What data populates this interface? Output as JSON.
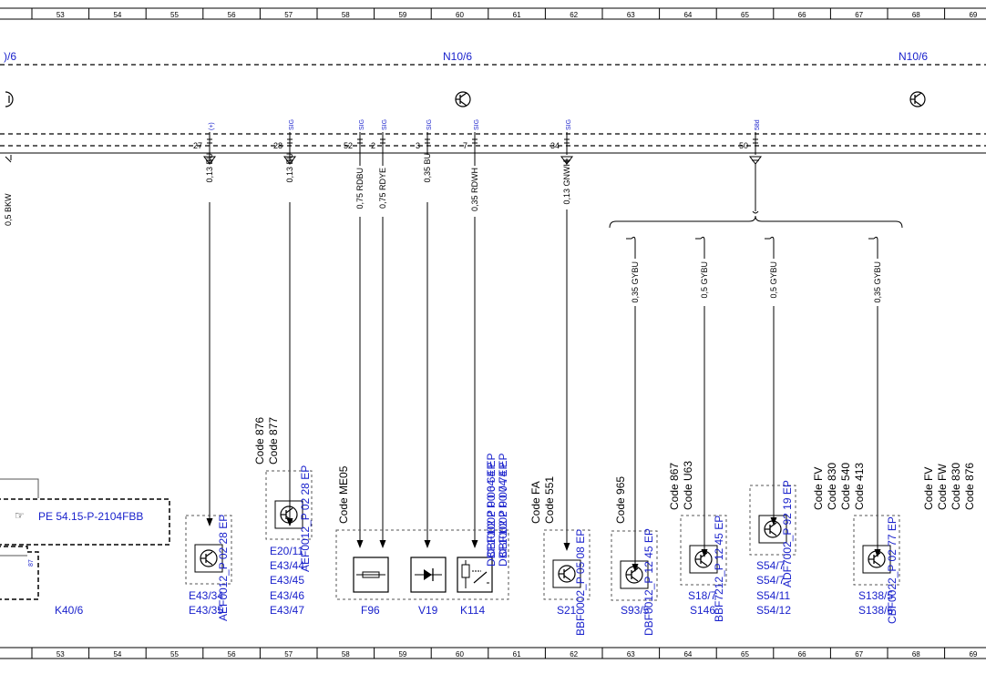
{
  "rulers": {
    "columns": [
      "53",
      "54",
      "55",
      "56",
      "57",
      "58",
      "59",
      "60",
      "61",
      "62",
      "63",
      "64",
      "65",
      "66",
      "67",
      "68",
      "69"
    ]
  },
  "connectors": {
    "left_partial": ")/6",
    "center": "N10/6",
    "right": "N10/6"
  },
  "pins": [
    {
      "num": "27",
      "sig": "(+)"
    },
    {
      "num": "28",
      "sig": "SIG"
    },
    {
      "num": "52",
      "sig": "SIG"
    },
    {
      "num": "2",
      "sig": "SIG"
    },
    {
      "num": "3",
      "sig": "SIG"
    },
    {
      "num": "7",
      "sig": "SIG"
    },
    {
      "num": "34",
      "sig": "SIG"
    },
    {
      "num": "50",
      "sig": "58d"
    }
  ],
  "wires": {
    "w27": "0,13 BU",
    "w28": "0,13 BU",
    "w52": "0,75 RDBU",
    "w2": "0,75 RDYE",
    "w3": "0,35 BU",
    "w7": "0,35 RDWH",
    "w34": "0,13 GNWH",
    "b1": "0,35 GYBU",
    "b2": "0,5 GYBU",
    "b3": "0,5 GYBU",
    "b4": "0,35 GYBU",
    "left_partial": "0,5 BKW"
  },
  "codes": {
    "c876": "Code 876",
    "c877": "Code 877",
    "me05": "Code ME05",
    "fa": "Code FA",
    "c551": "Code 551",
    "c965": "Code 965",
    "c867": "Code 867",
    "u63": "Code U63",
    "fv": "Code FV",
    "c830": "Code 830",
    "c540": "Code 540",
    "c413": "Code 413",
    "fv2": "Code FV",
    "fw": "Code FW",
    "c830b": "Code 830",
    "c876b": "Code 876"
  },
  "refs": {
    "r1": "AEF0012_P 02 28 EP",
    "r2": "AEF0012_P 02 28 EP",
    "r3": "DBF1002 P 00 64 EP",
    "r4": "DBF1002 P 00 74 EP",
    "r5": "CBF1002 P 00 64 EP",
    "r6": "CBF1002 P 00 74 EP",
    "r7": "BBF0002_P 05 08 EP",
    "r8": "DBF0012_P 12 45 EP",
    "r9": "BBF7212_P 12 45 EP",
    "r10": "ADF7002_P 92 19 EP",
    "r11": "CBF0022_P 02 77 EP"
  },
  "pe_ref": "PE 54.15-P-2104FBB",
  "relay_pin": "87",
  "components": {
    "k40": "K40/6",
    "e43_34": "E43/34",
    "e43_35": "E43/35",
    "e20": "E20/11",
    "e43_44": "E43/44",
    "e43_45": "E43/45",
    "e43_46": "E43/46",
    "e43_47": "E43/47",
    "f96": "F96",
    "v19": "V19",
    "k114": "K114",
    "s21": "S21",
    "s93": "S93/5",
    "s18": "S18/7",
    "s146": "S146",
    "s54_7": "S54/7",
    "s54_11": "S54/11",
    "s54_12": "S54/12",
    "s54_main": "S54/7",
    "s138a": "S138/5",
    "s138b": "S138/6"
  }
}
